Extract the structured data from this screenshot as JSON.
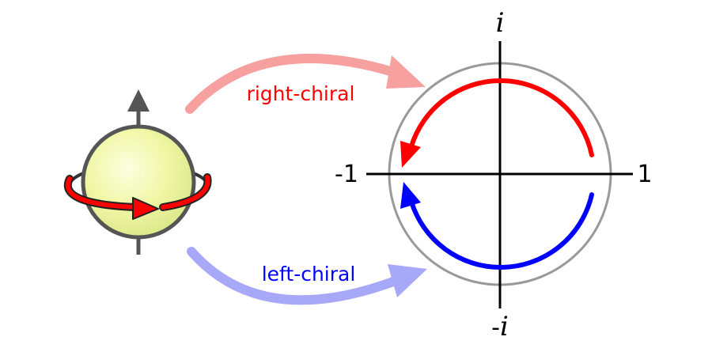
{
  "labels": {
    "right_chiral": "right-chiral",
    "left_chiral": "left-chiral",
    "axis_neg_one": "-1",
    "axis_pos_one": "1",
    "axis_i": "i",
    "axis_neg_prefix": "-",
    "axis_neg_i": "i"
  },
  "colors": {
    "right": "#ff0000",
    "left": "#0000ff",
    "right_faded": "#f7a0a0",
    "left_faded": "#a8a8f8",
    "sphere_fill": "#f0f7a0",
    "spin_axis": "#555555",
    "unit_circle": "#999999"
  }
}
